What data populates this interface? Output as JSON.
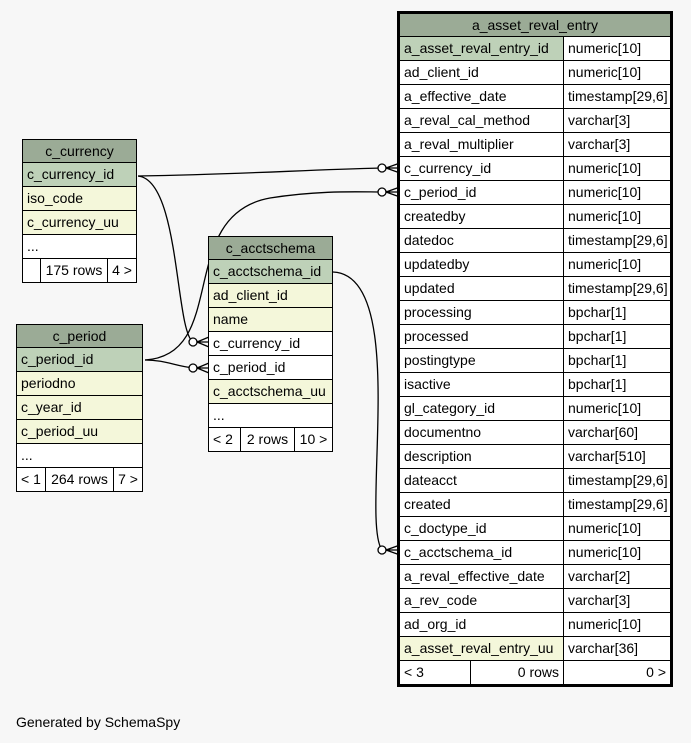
{
  "tables": {
    "c_currency": {
      "title": "c_currency",
      "columns": [
        "c_currency_id",
        "iso_code",
        "c_currency_uu"
      ],
      "more": "...",
      "footer": [
        "",
        "175 rows",
        "4 >"
      ]
    },
    "c_period": {
      "title": "c_period",
      "columns": [
        "c_period_id",
        "periodno",
        "c_year_id",
        "c_period_uu"
      ],
      "more": "...",
      "footer": [
        "< 1",
        "264 rows",
        "7 >"
      ]
    },
    "c_acctschema": {
      "title": "c_acctschema",
      "columns": [
        "c_acctschema_id",
        "ad_client_id",
        "name",
        "c_currency_id",
        "c_period_id",
        "c_acctschema_uu"
      ],
      "more": "...",
      "footer": [
        "< 2",
        "2 rows",
        "10 >"
      ]
    },
    "a_asset_reval_entry": {
      "title": "a_asset_reval_entry",
      "columns": [
        {
          "name": "a_asset_reval_entry_id",
          "type": "numeric[10]"
        },
        {
          "name": "ad_client_id",
          "type": "numeric[10]"
        },
        {
          "name": "a_effective_date",
          "type": "timestamp[29,6]"
        },
        {
          "name": "a_reval_cal_method",
          "type": "varchar[3]"
        },
        {
          "name": "a_reval_multiplier",
          "type": "varchar[3]"
        },
        {
          "name": "c_currency_id",
          "type": "numeric[10]"
        },
        {
          "name": "c_period_id",
          "type": "numeric[10]"
        },
        {
          "name": "createdby",
          "type": "numeric[10]"
        },
        {
          "name": "datedoc",
          "type": "timestamp[29,6]"
        },
        {
          "name": "updatedby",
          "type": "numeric[10]"
        },
        {
          "name": "updated",
          "type": "timestamp[29,6]"
        },
        {
          "name": "processing",
          "type": "bpchar[1]"
        },
        {
          "name": "processed",
          "type": "bpchar[1]"
        },
        {
          "name": "postingtype",
          "type": "bpchar[1]"
        },
        {
          "name": "isactive",
          "type": "bpchar[1]"
        },
        {
          "name": "gl_category_id",
          "type": "numeric[10]"
        },
        {
          "name": "documentno",
          "type": "varchar[60]"
        },
        {
          "name": "description",
          "type": "varchar[510]"
        },
        {
          "name": "dateacct",
          "type": "timestamp[29,6]"
        },
        {
          "name": "created",
          "type": "timestamp[29,6]"
        },
        {
          "name": "c_doctype_id",
          "type": "numeric[10]"
        },
        {
          "name": "c_acctschema_id",
          "type": "numeric[10]"
        },
        {
          "name": "a_reval_effective_date",
          "type": "varchar[2]"
        },
        {
          "name": "a_rev_code",
          "type": "varchar[3]"
        },
        {
          "name": "ad_org_id",
          "type": "numeric[10]"
        },
        {
          "name": "a_asset_reval_entry_uu",
          "type": "varchar[36]"
        }
      ],
      "footer": [
        "< 3",
        "0 rows",
        "0 >"
      ]
    }
  },
  "colors": {
    "header": "#9bab96",
    "primary_key": "#bed1b8",
    "indexed": "#f4f7da",
    "background": "#f7f7f7"
  },
  "generated_by": "Generated by SchemaSpy"
}
